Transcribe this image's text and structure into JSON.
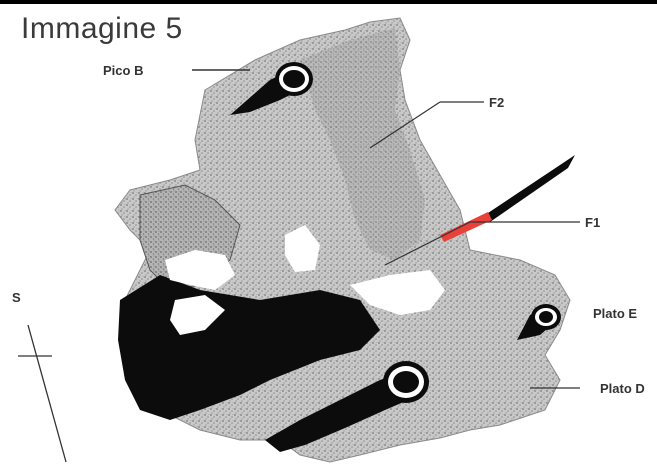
{
  "title": "Immagine 5",
  "labels": {
    "pico_b": "Pico B",
    "f2": "F2",
    "f1": "F1",
    "plato_e": "Plato E",
    "plato_d": "Plato D",
    "s": "S"
  },
  "colors": {
    "background": "#ffffff",
    "specimen": "#bdbdbd",
    "dark": "#0c0c0c",
    "red_marker": "#e8413a"
  }
}
